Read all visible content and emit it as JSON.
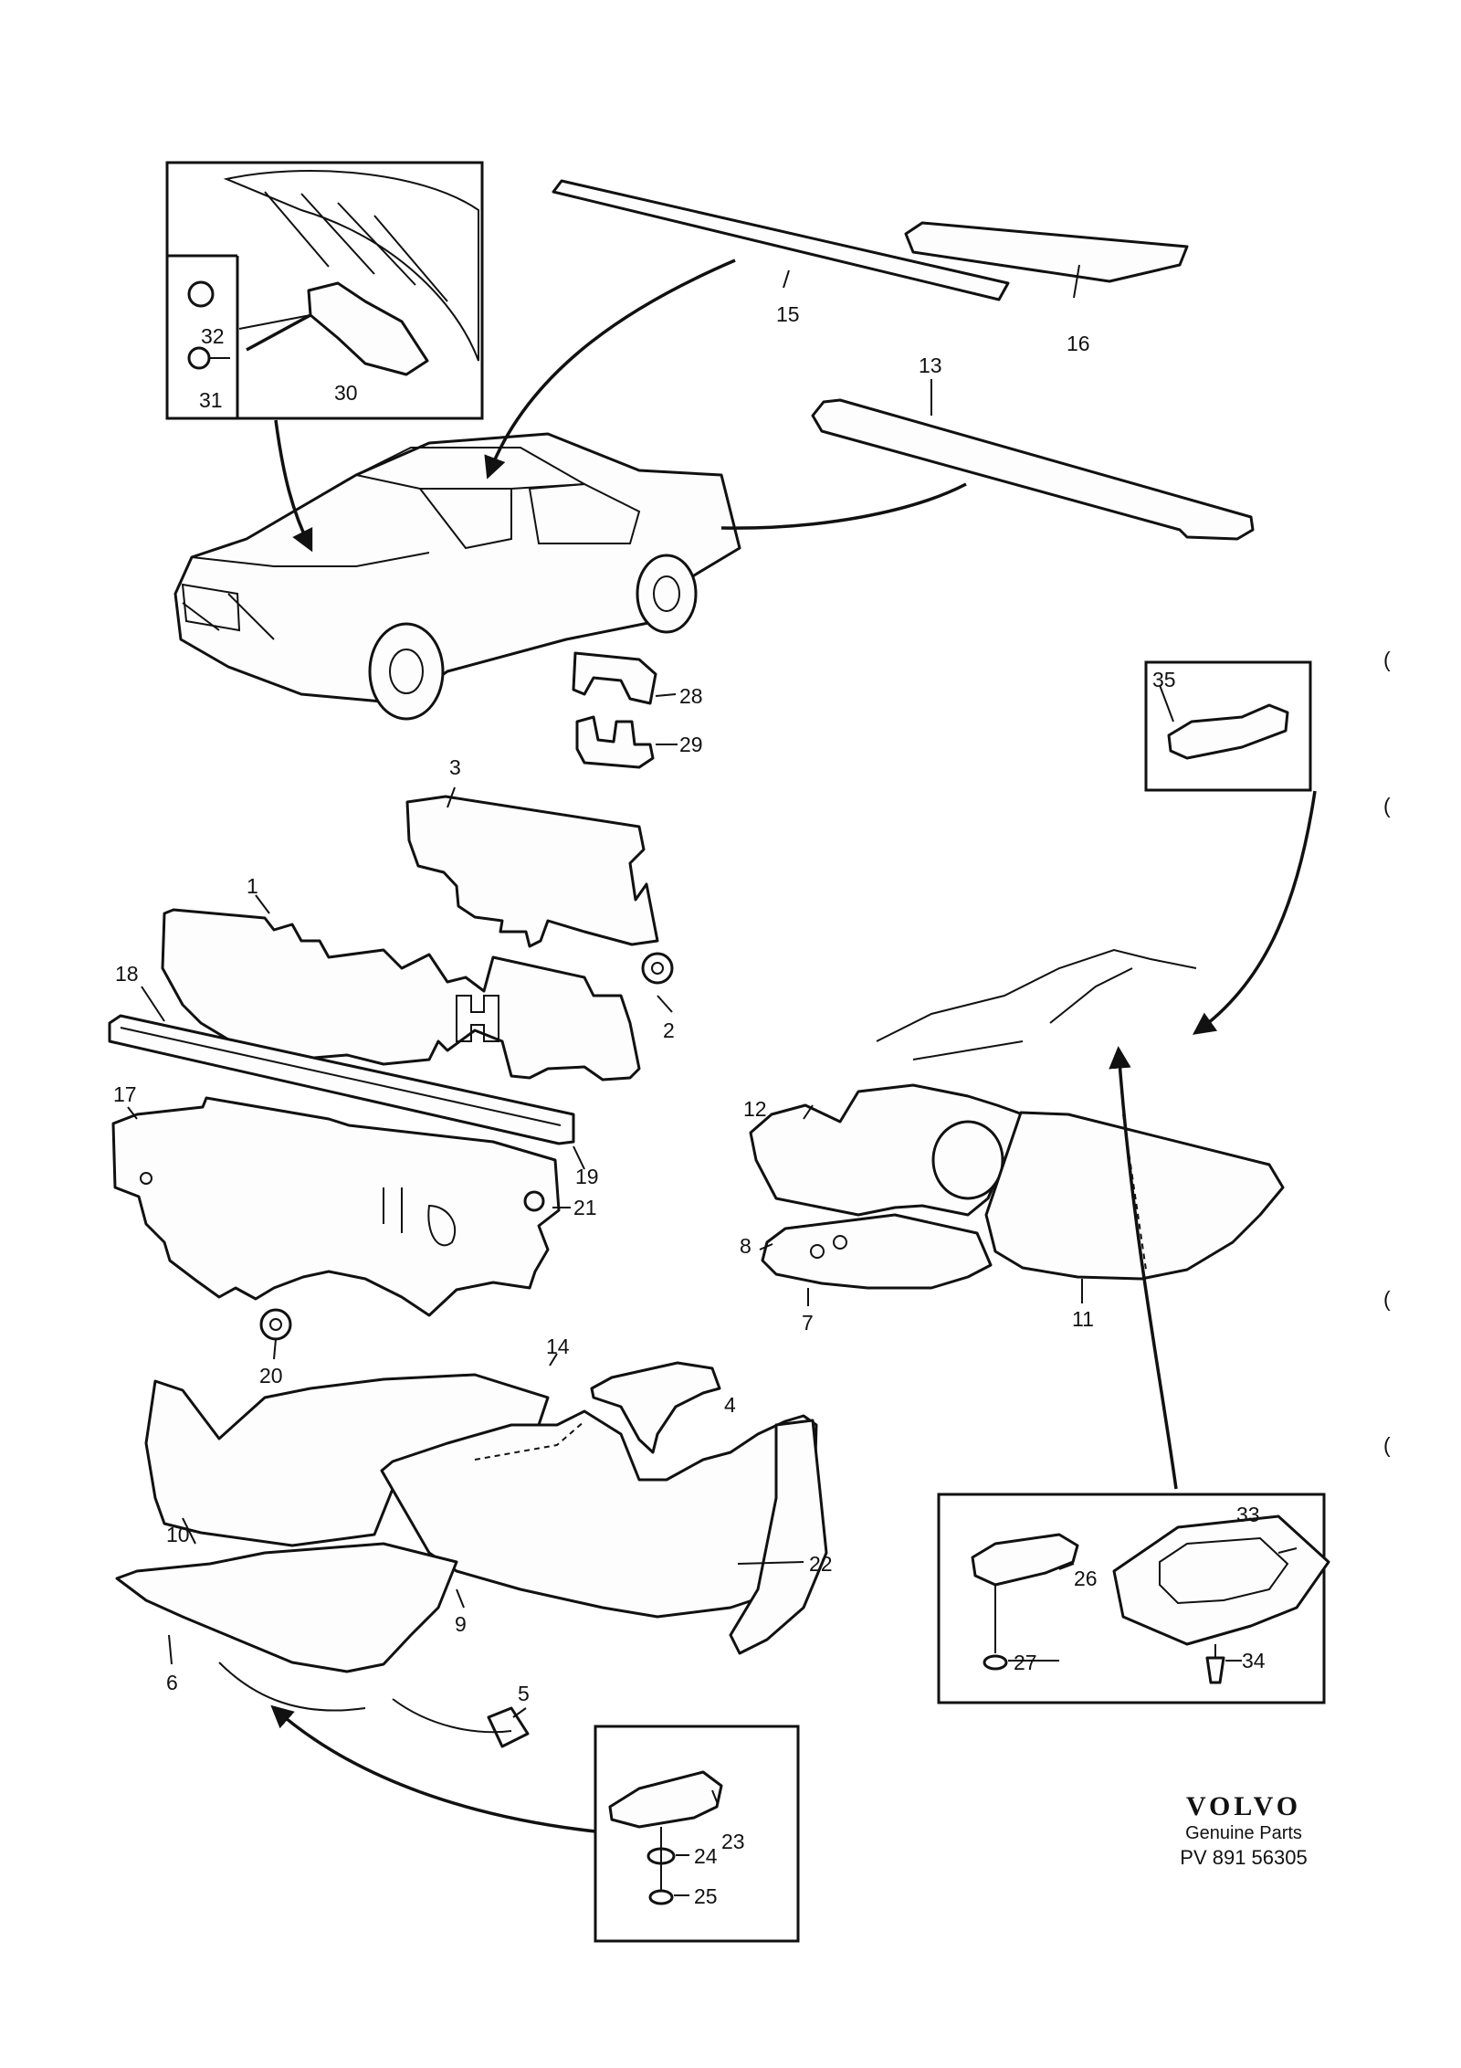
{
  "diagram": {
    "callouts": [
      "1",
      "2",
      "3",
      "4",
      "5",
      "6",
      "7",
      "8",
      "9",
      "10",
      "11",
      "12",
      "13",
      "14",
      "15",
      "16",
      "17",
      "18",
      "19",
      "20",
      "21",
      "22",
      "23",
      "24",
      "25",
      "26",
      "27",
      "28",
      "29",
      "30",
      "31",
      "32",
      "33",
      "34",
      "35"
    ],
    "side_marks": [
      "(",
      "(",
      "(",
      "("
    ]
  },
  "brand": {
    "logo": "VOLVO",
    "subtitle": "Genuine Parts",
    "code": "PV 891 56305"
  }
}
